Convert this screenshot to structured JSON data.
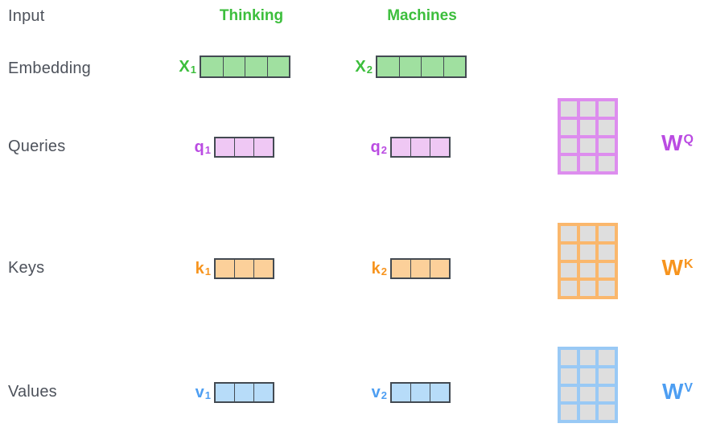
{
  "row_labels": {
    "input": "Input",
    "embedding": "Embedding",
    "queries": "Queries",
    "keys": "Keys",
    "values": "Values"
  },
  "tokens": [
    {
      "word": "Thinking"
    },
    {
      "word": "Machines"
    }
  ],
  "vectors": {
    "embedding": {
      "cells": 4,
      "labels": [
        {
          "base": "X",
          "sub": "1"
        },
        {
          "base": "X",
          "sub": "2"
        }
      ]
    },
    "queries": {
      "cells": 3,
      "labels": [
        {
          "base": "q",
          "sub": "1"
        },
        {
          "base": "q",
          "sub": "2"
        }
      ]
    },
    "keys": {
      "cells": 3,
      "labels": [
        {
          "base": "k",
          "sub": "1"
        },
        {
          "base": "k",
          "sub": "2"
        }
      ]
    },
    "values": {
      "cells": 3,
      "labels": [
        {
          "base": "v",
          "sub": "1"
        },
        {
          "base": "v",
          "sub": "2"
        }
      ]
    }
  },
  "matrices": {
    "rows": 4,
    "cols": 3,
    "cells": 12,
    "wq": {
      "base": "W",
      "sup": "Q"
    },
    "wk": {
      "base": "W",
      "sup": "K"
    },
    "wv": {
      "base": "W",
      "sup": "V"
    }
  },
  "colors": {
    "green_text": "#3CBE3C",
    "green_cell_fill": "#A0E0A0",
    "purple_text": "#BA4BE2",
    "purple_cell_fill": "#EFC8F4",
    "purple_matrix_border": "#DD8DEE",
    "orange_text": "#F7941E",
    "orange_cell_fill": "#FCD09A",
    "orange_matrix_border": "#FAB76C",
    "blue_text": "#4D9EF2",
    "blue_cell_fill": "#B7DCF9",
    "blue_matrix_border": "#99C9F5",
    "matrix_cell_fill": "#DEDEDE",
    "vector_cell_border": "#434A52",
    "row_label_text": "#4D525B"
  }
}
